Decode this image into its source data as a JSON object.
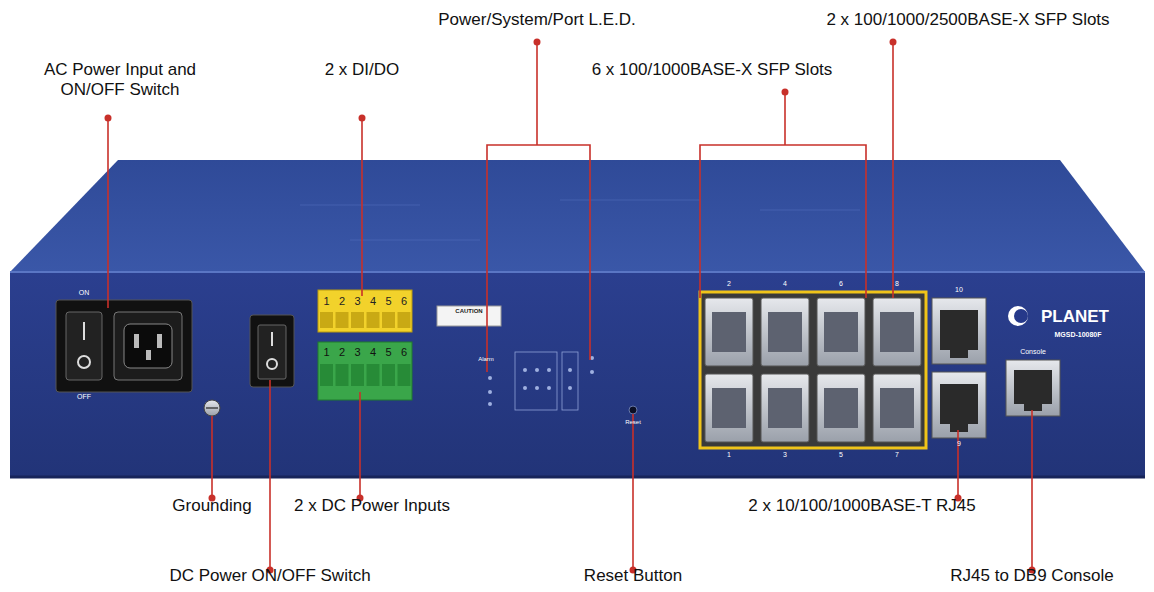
{
  "diagram": {
    "labels": [
      "AC Power Input and ON/OFF Switch",
      "2 x DI/DO",
      "Power/System/Port L.E.D.",
      "6 x 100/1000BASE-X SFP Slots",
      "2 x 100/1000/2500BASE-X SFP Slots",
      "Grounding",
      "2 x DC Power Inputs",
      "2 x 10/100/1000BASE-T RJ45",
      "DC Power ON/OFF Switch",
      "Reset Button",
      "RJ45 to DB9 Console",
      "ON",
      "OFF",
      "1",
      "2",
      "3",
      "4",
      "5",
      "6",
      "1",
      "2",
      "3",
      "4",
      "5",
      "6",
      "CAUTION",
      "Alarm",
      "Reset",
      "2",
      "4",
      "6",
      "8",
      "1",
      "3",
      "5",
      "7",
      "10",
      "9",
      "PLANET",
      "MGSD-10080F",
      "Console"
    ]
  }
}
